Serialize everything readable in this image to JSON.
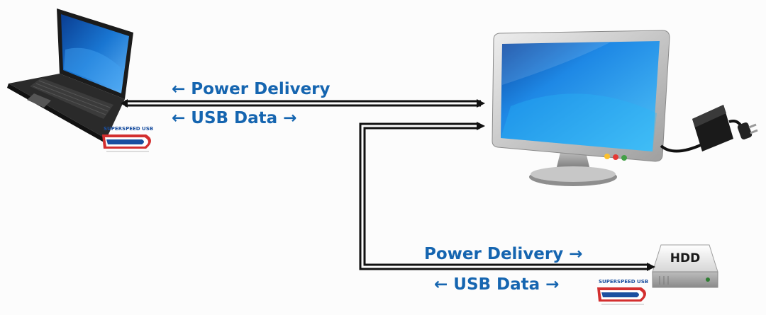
{
  "labels": {
    "top_power": "← Power Delivery",
    "top_usb": "← USB Data →",
    "bottom_power": "Power Delivery →",
    "bottom_usb": "← USB Data →"
  },
  "devices": {
    "laptop": "laptop",
    "monitor": "monitor",
    "power_adapter": "power adapter",
    "hdd": "HDD"
  },
  "logos": {
    "usb_superspeed_top": "SUPERSPEED USB",
    "usb_superspeed_bottom": "SUPERSPEED USB"
  },
  "colors": {
    "label_blue": "#1565b0",
    "screen_blue": "#1e88e5",
    "usb_red": "#d32f2f",
    "usb_blue": "#1a4fa0",
    "cable": "#111111"
  }
}
